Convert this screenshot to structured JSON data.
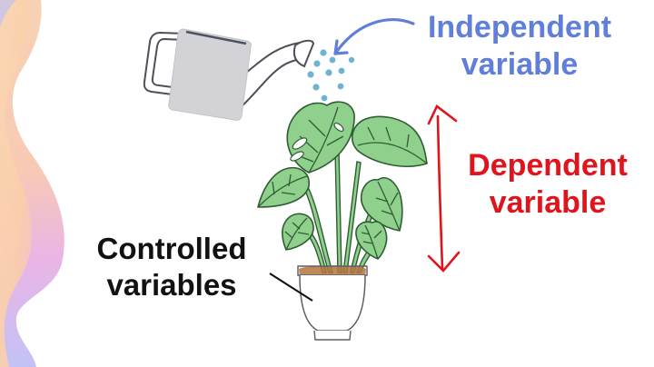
{
  "title": "Independent, dependent and controlled variables illustrated with a watering can and a potted plant",
  "colors": {
    "independent": "#5f7fdb",
    "dependent": "#e0141d",
    "controlled": "#111111",
    "leaf_fill": "#8fd18c",
    "leaf_stroke": "#2f5c33",
    "can_fill": "#d3d2d6",
    "water_drops": "#6fb3d2",
    "soil": "#b5743f"
  },
  "labels": {
    "independent": {
      "line1": "Independent",
      "line2": "variable"
    },
    "dependent": {
      "line1": "Dependent",
      "line2": "variable"
    },
    "controlled": {
      "line1": "Controlled",
      "line2": "variables"
    }
  },
  "illustration": {
    "watering_can": "watering-can-icon",
    "water": "water-drops-icon",
    "plant": "monstera-plant-icon",
    "pot": "plant-pot-icon",
    "arrow_independent": "curved-arrow-icon",
    "arrow_dependent": "double-vertical-arrow-icon",
    "pointer_controlled": "pointer-line-icon",
    "background": "gradient-wave-decoration"
  }
}
